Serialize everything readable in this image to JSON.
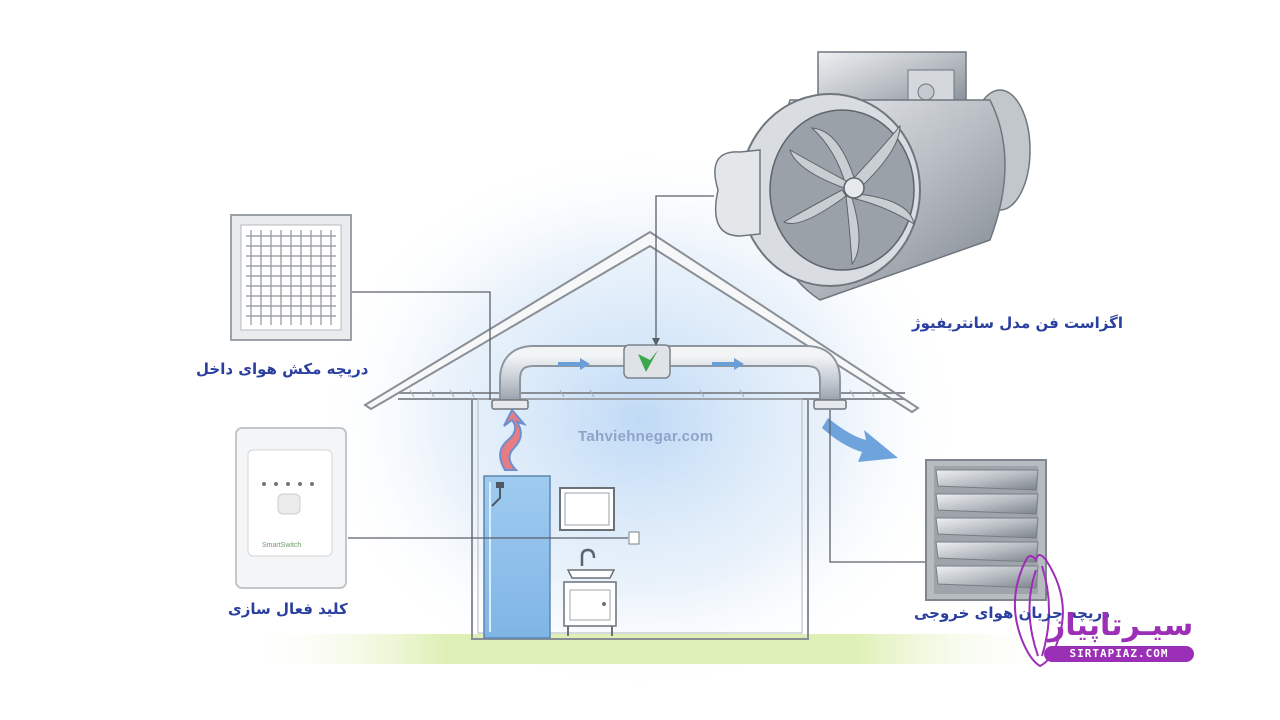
{
  "labels": {
    "fan": "اگزاست فن مدل سانتریفیوژ",
    "intake_grille": "دریچه مکش هوای داخل",
    "switch": "کلید فعال سازی",
    "outlet_damper": "دریچه جریان هوای خروجی"
  },
  "watermark": "Tahviehnegar.com",
  "logo": {
    "name": "سیـرتاپیاز",
    "url": "SIRTAPIAZ.COM"
  },
  "switch_brand": "SmartSwitch",
  "colors": {
    "label_text": "#2a3f9e",
    "logo": "#9b2fb5",
    "airflow": "#4a90d9",
    "glow": "#cfe3f7",
    "ground": "#d9ecb0"
  }
}
